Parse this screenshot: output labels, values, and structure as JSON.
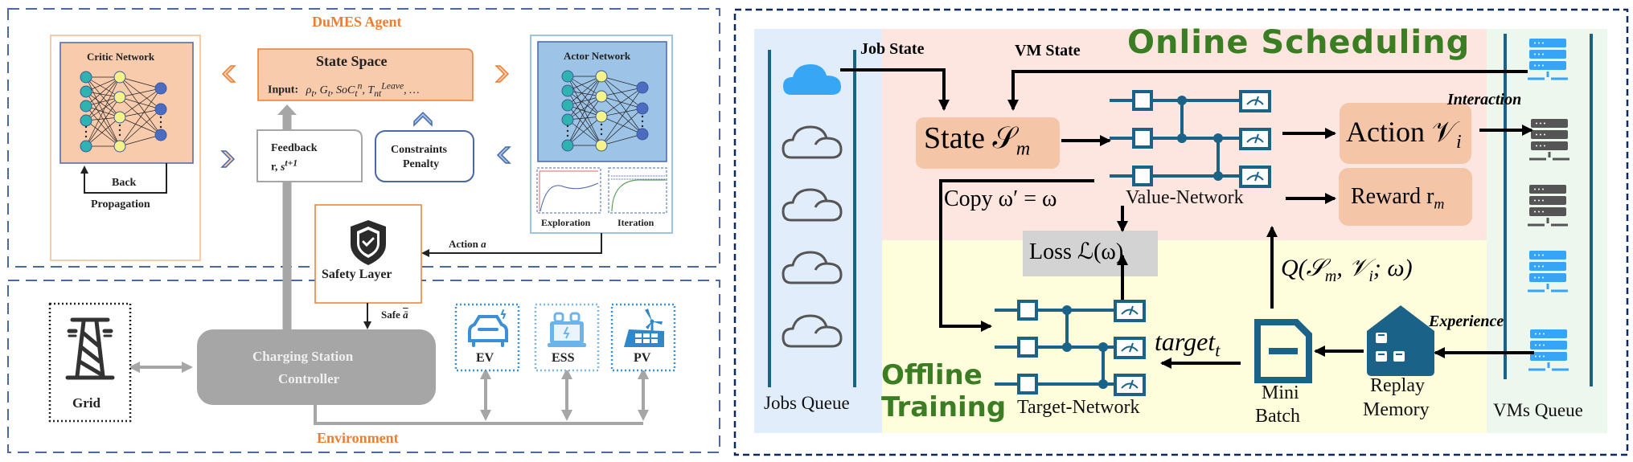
{
  "left_panel": {
    "agent_title": "DuMES Agent",
    "environment_title": "Environment",
    "critic": {
      "title": "Critic Network",
      "back_label": "Back",
      "propagation_label": "Propagation"
    },
    "state_space": {
      "title": "State Space",
      "input_label": "Input:",
      "input_vars": "ρ_t, G_t, SoC_t^n, T_nt^Leave, ..."
    },
    "feedback": {
      "title": "Feedback",
      "vars": "r, s^{t+1}"
    },
    "constraints": {
      "line1": "Constraints",
      "line2": "Penalty"
    },
    "actor": {
      "title": "Actor Network",
      "exploration_label": "Exploration",
      "iteration_label": "Iteration"
    },
    "action_label": "Action",
    "action_var": "a",
    "safety_layer_label": "Safety Layer",
    "safe_label": "Safe",
    "safe_var": "ā",
    "controller": {
      "line1": "Charging Station",
      "line2": "Controller"
    },
    "grid_label": "Grid",
    "devices": [
      {
        "label": "EV",
        "icon": "ev-car-icon"
      },
      {
        "label": "ESS",
        "icon": "battery-icon"
      },
      {
        "label": "PV",
        "icon": "solar-wind-icon"
      }
    ]
  },
  "right_panel": {
    "online_title": "Online Scheduling",
    "offline_title_line1": "Offline",
    "offline_title_line2": "Training",
    "job_state_label": "Job State",
    "vm_state_label": "VM State",
    "state_box": "State 𝒮",
    "state_sub": "m",
    "action_box": "Action 𝒱",
    "action_sub": "i",
    "reward_box": "Reward r",
    "reward_sub": "m",
    "copy_label": "Copy ω′ = ω",
    "value_network_label": "Value-Network",
    "target_network_label": "Target-Network",
    "loss_label": "Loss ℒ(ω)",
    "q_label": "Q(𝒮",
    "q_label_full": "Q(𝒮m, 𝒱i; ω)",
    "target_label": "target",
    "target_sub": "t",
    "interaction_label": "Interaction",
    "experience_label": "Experience",
    "mini_batch_line1": "Mini",
    "mini_batch_line2": "Batch",
    "replay_line1": "Replay",
    "replay_line2": "Memory",
    "jobs_queue_label": "Jobs Queue",
    "vms_queue_label": "VMs Queue",
    "colors": {
      "online_bg": "#FDE6E0",
      "offline_bg": "#FEFDDC",
      "jobs_bg": "#E2EDFC",
      "vms_bg": "#EEF7EE",
      "box_fill": "#F5C5A8",
      "loss_fill": "#D3D3D3",
      "circuit": "#1A6287",
      "green": "#3B7D23"
    }
  }
}
